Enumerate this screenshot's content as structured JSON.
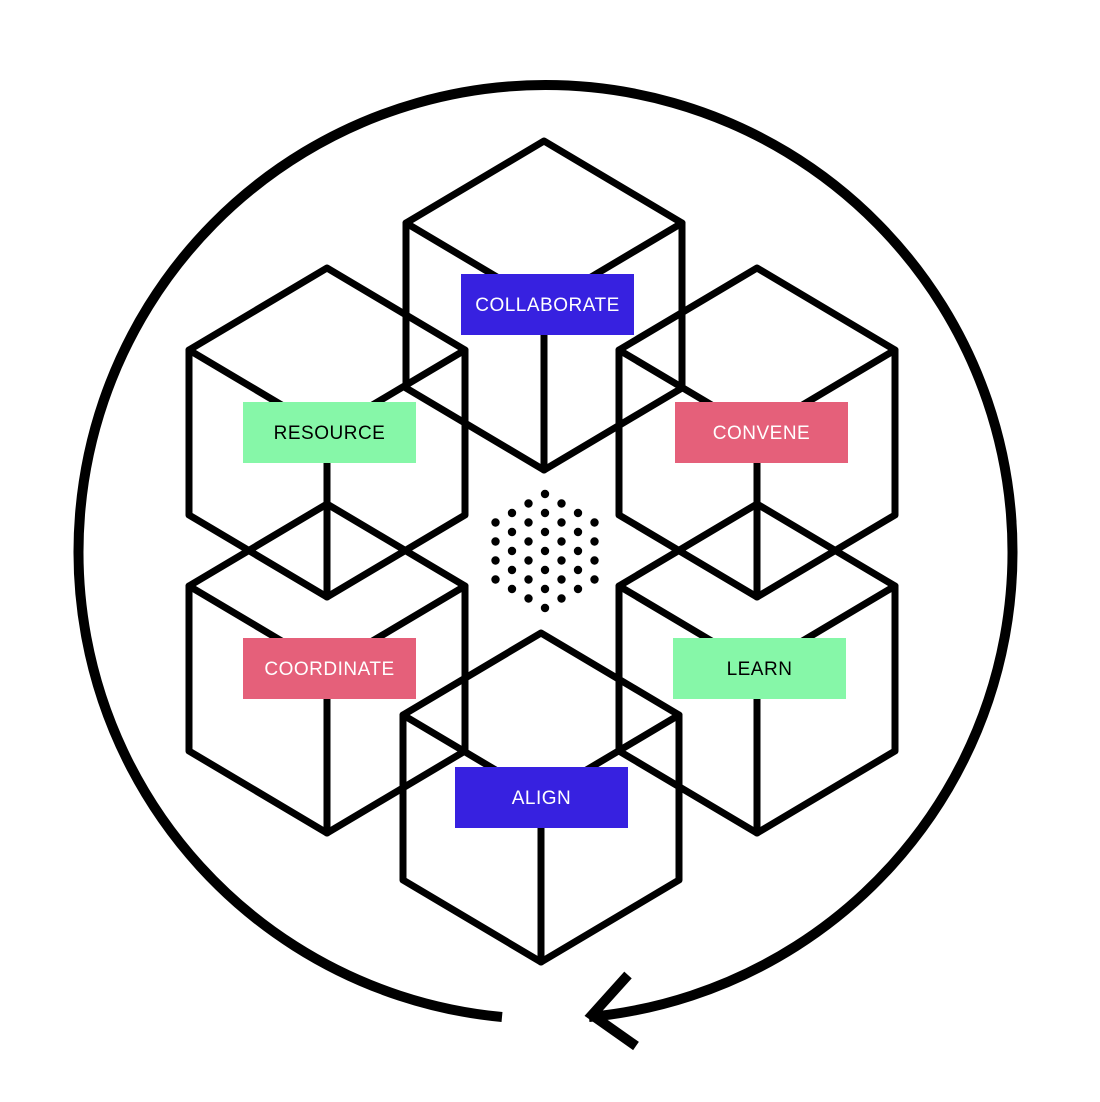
{
  "colors": {
    "blue": "#3721e0",
    "green": "#86f7a8",
    "red": "#e5607a",
    "line": "#000000",
    "text_light": "#ffffff",
    "text_dark": "#000000"
  },
  "cycle_direction": "counter-clockwise",
  "center": {
    "icon": "dotted-hexagon-icon"
  },
  "nodes": [
    {
      "id": "collaborate",
      "label": "COLLABORATE",
      "color": "blue"
    },
    {
      "id": "convene",
      "label": "CONVENE",
      "color": "red"
    },
    {
      "id": "learn",
      "label": "LEARN",
      "color": "green"
    },
    {
      "id": "align",
      "label": "ALIGN",
      "color": "blue"
    },
    {
      "id": "coordinate",
      "label": "COORDINATE",
      "color": "red"
    },
    {
      "id": "resource",
      "label": "RESOURCE",
      "color": "green"
    }
  ]
}
